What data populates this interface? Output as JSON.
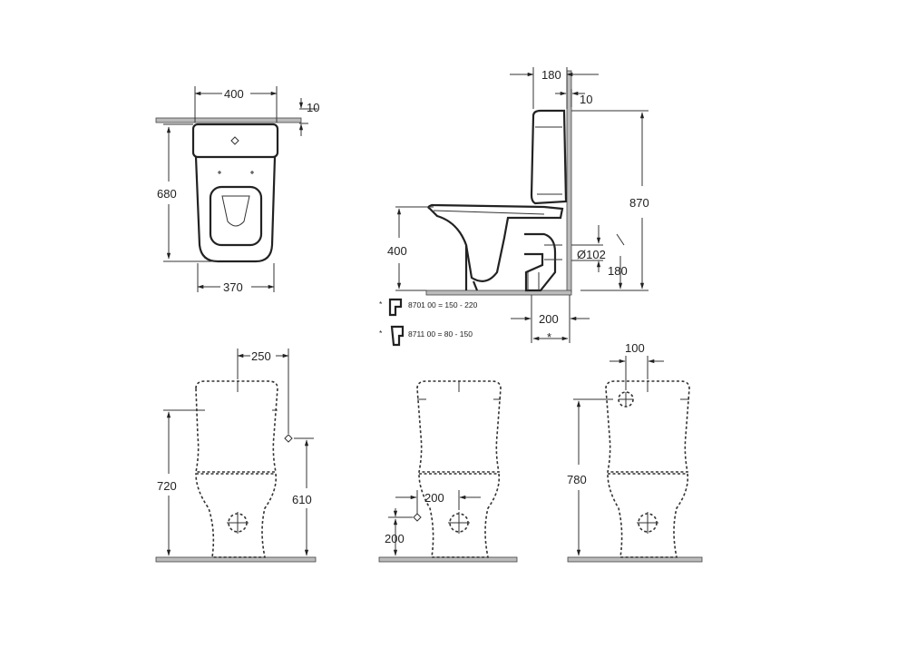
{
  "top_view": {
    "dims": {
      "width_top": "400",
      "offset": "10",
      "depth": "680",
      "width_base": "370"
    }
  },
  "side_view": {
    "dims": {
      "cistern_depth": "180",
      "wall_gap": "10",
      "total_height": "870",
      "seat_height": "400",
      "pipe_diameter": "Ø102",
      "outlet_height": "180",
      "outlet_distance": "200",
      "star": "*"
    },
    "notes": [
      {
        "prefix": "*",
        "text": "8701 00 = 150 - 220"
      },
      {
        "prefix": "*",
        "text": "8711 00 = 80 - 150"
      }
    ]
  },
  "front_view_1": {
    "dims": {
      "offset": "250",
      "height": "720",
      "supply_height": "610"
    }
  },
  "front_view_2": {
    "dims": {
      "offset": "200",
      "supply_height": "200"
    }
  },
  "front_view_3": {
    "dims": {
      "offset": "100",
      "height": "780"
    }
  }
}
